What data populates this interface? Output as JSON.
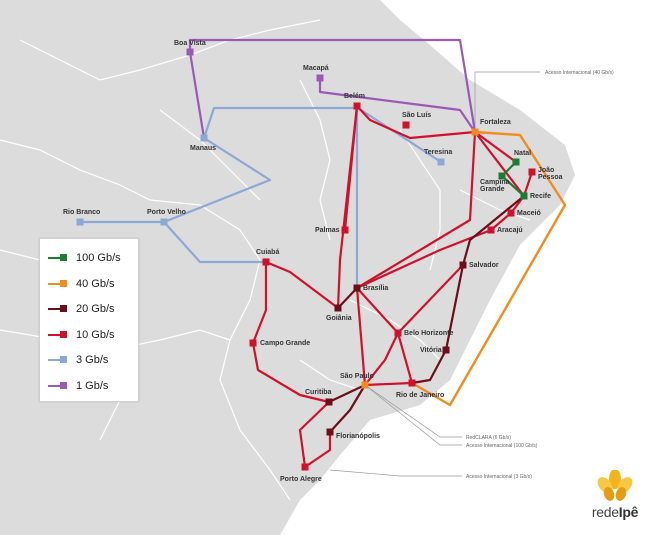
{
  "colors": {
    "100": "#1e7b32",
    "40": "#f08c1e",
    "20": "#6b0f1a",
    "10": "#d0112b",
    "3": "#8ca8d6",
    "1": "#9b59b6",
    "land": "#dcdcdc",
    "land_border": "#ffffff"
  },
  "legend": [
    {
      "speed": "100",
      "label": "100 Gb/s"
    },
    {
      "speed": "40",
      "label": "40 Gb/s"
    },
    {
      "speed": "20",
      "label": "20 Gb/s"
    },
    {
      "speed": "10",
      "label": "10 Gb/s"
    },
    {
      "speed": "3",
      "label": "3 Gb/s"
    },
    {
      "speed": "1",
      "label": "1 Gb/s"
    }
  ],
  "cities": {
    "boavista": {
      "label": "Boa Vista",
      "speed": "1"
    },
    "macapa": {
      "label": "Macapá",
      "speed": "1"
    },
    "belem": {
      "label": "Belém",
      "speed": "10"
    },
    "saoluis": {
      "label": "São Luís",
      "speed": "10"
    },
    "fortaleza": {
      "label": "Fortaleza",
      "speed": "40"
    },
    "manaus": {
      "label": "Manaus",
      "speed": "3"
    },
    "teresina": {
      "label": "Teresina",
      "speed": "3"
    },
    "natal": {
      "label": "Natal",
      "speed": "100"
    },
    "joaopessoa": {
      "label": "João\nPessoa",
      "speed": "10"
    },
    "campinagrande": {
      "label": "Campina\nGrande",
      "speed": "100"
    },
    "recife": {
      "label": "Recife",
      "speed": "100"
    },
    "maceio": {
      "label": "Maceió",
      "speed": "10"
    },
    "aracaju": {
      "label": "Aracajú",
      "speed": "10"
    },
    "riobranco": {
      "label": "Rio Branco",
      "speed": "3"
    },
    "portovelho": {
      "label": "Porto Velho",
      "speed": "3"
    },
    "palmas": {
      "label": "Palmas",
      "speed": "10"
    },
    "salvador": {
      "label": "Salvador",
      "speed": "20"
    },
    "cuiaba": {
      "label": "Cuiabá",
      "speed": "10"
    },
    "brasilia": {
      "label": "Brasília",
      "speed": "20"
    },
    "goiania": {
      "label": "Goiânia",
      "speed": "20"
    },
    "belohorizonte": {
      "label": "Belo Horizonte",
      "speed": "10"
    },
    "vitoria": {
      "label": "Vitória",
      "speed": "20"
    },
    "campogrande": {
      "label": "Campo Grande",
      "speed": "10"
    },
    "saopaulo": {
      "label": "São Paulo",
      "speed": "40"
    },
    "riodejaneiro": {
      "label": "Rio de Janeiro",
      "speed": "10"
    },
    "curitiba": {
      "label": "Curitiba",
      "speed": "20"
    },
    "florianopolis": {
      "label": "Florianópolis",
      "speed": "20"
    },
    "portoalegre": {
      "label": "Porto Alegre",
      "speed": "10"
    }
  },
  "links": [
    {
      "from": "boavista",
      "to": "fortaleza",
      "speed": "1"
    },
    {
      "from": "boavista",
      "to": "manaus",
      "speed": "1"
    },
    {
      "from": "macapa",
      "to": "fortaleza",
      "speed": "1"
    },
    {
      "from": "manaus",
      "to": "teresina",
      "speed": "3"
    },
    {
      "from": "manaus",
      "to": "portovelho",
      "speed": "3"
    },
    {
      "from": "riobranco",
      "to": "portovelho",
      "speed": "3"
    },
    {
      "from": "portovelho",
      "to": "cuiaba",
      "speed": "3"
    },
    {
      "from": "belem",
      "to": "brasilia",
      "speed": "3"
    },
    {
      "from": "belem",
      "to": "fortaleza",
      "speed": "10"
    },
    {
      "from": "belem",
      "to": "goiania",
      "speed": "10"
    },
    {
      "from": "belem",
      "to": "palmas",
      "speed": "10"
    },
    {
      "from": "fortaleza",
      "to": "natal",
      "speed": "10"
    },
    {
      "from": "fortaleza",
      "to": "recife",
      "speed": "10"
    },
    {
      "from": "fortaleza",
      "to": "brasilia",
      "speed": "10"
    },
    {
      "from": "fortaleza",
      "to": "riodejaneiro",
      "speed": "40"
    },
    {
      "from": "natal",
      "to": "campinagrande",
      "speed": "100"
    },
    {
      "from": "campinagrande",
      "to": "recife",
      "speed": "100"
    },
    {
      "from": "joaopessoa",
      "to": "recife",
      "speed": "10"
    },
    {
      "from": "recife",
      "to": "maceio",
      "speed": "10"
    },
    {
      "from": "maceio",
      "to": "aracaju",
      "speed": "10"
    },
    {
      "from": "aracaju",
      "to": "brasilia",
      "speed": "10"
    },
    {
      "from": "salvador",
      "to": "recife",
      "speed": "20"
    },
    {
      "from": "salvador",
      "to": "vitoria",
      "speed": "20"
    },
    {
      "from": "salvador",
      "to": "belohorizonte",
      "speed": "10"
    },
    {
      "from": "cuiaba",
      "to": "campogrande",
      "speed": "10"
    },
    {
      "from": "cuiaba",
      "to": "goiania",
      "speed": "10"
    },
    {
      "from": "goiania",
      "to": "brasilia",
      "speed": "20"
    },
    {
      "from": "brasilia",
      "to": "belohorizonte",
      "speed": "10"
    },
    {
      "from": "brasilia",
      "to": "saopaulo",
      "speed": "10"
    },
    {
      "from": "belohorizonte",
      "to": "riodejaneiro",
      "speed": "10"
    },
    {
      "from": "belohorizonte",
      "to": "saopaulo",
      "speed": "10"
    },
    {
      "from": "vitoria",
      "to": "riodejaneiro",
      "speed": "20"
    },
    {
      "from": "saopaulo",
      "to": "riodejaneiro",
      "speed": "10"
    },
    {
      "from": "campogrande",
      "to": "curitiba",
      "speed": "10"
    },
    {
      "from": "saopaulo",
      "to": "curitiba",
      "speed": "20"
    },
    {
      "from": "saopaulo",
      "to": "florianopolis",
      "speed": "20"
    },
    {
      "from": "curitiba",
      "to": "portoalegre",
      "speed": "10"
    },
    {
      "from": "florianopolis",
      "to": "portoalegre",
      "speed": "10"
    }
  ],
  "notes": {
    "intl_fortaleza": "Acesso Internacional (40 Gb/s)",
    "redclara": "RedCLARA (6 Gb/s)",
    "intl_saopaulo": "Acesso Internacional (100 Gb/s)",
    "intl_portoalegre": "Acesso Internacional (3 Gb/s)"
  },
  "logo": {
    "prefix": "rede",
    "bold": "Ipê"
  }
}
